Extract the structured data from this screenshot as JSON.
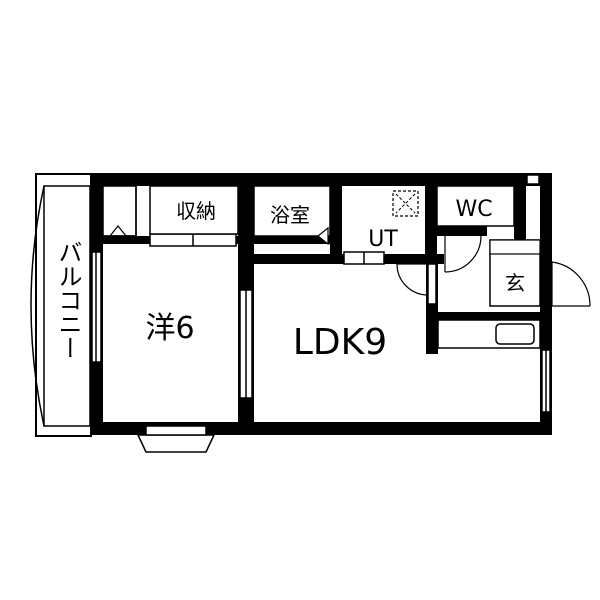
{
  "floorplan": {
    "rooms": {
      "western_room": "洋6",
      "ldk": "LDK9",
      "storage": "収納",
      "bathroom": "浴室",
      "utility": "UT",
      "toilet": "WC",
      "entrance": "玄",
      "balcony": "バルコニー"
    }
  }
}
